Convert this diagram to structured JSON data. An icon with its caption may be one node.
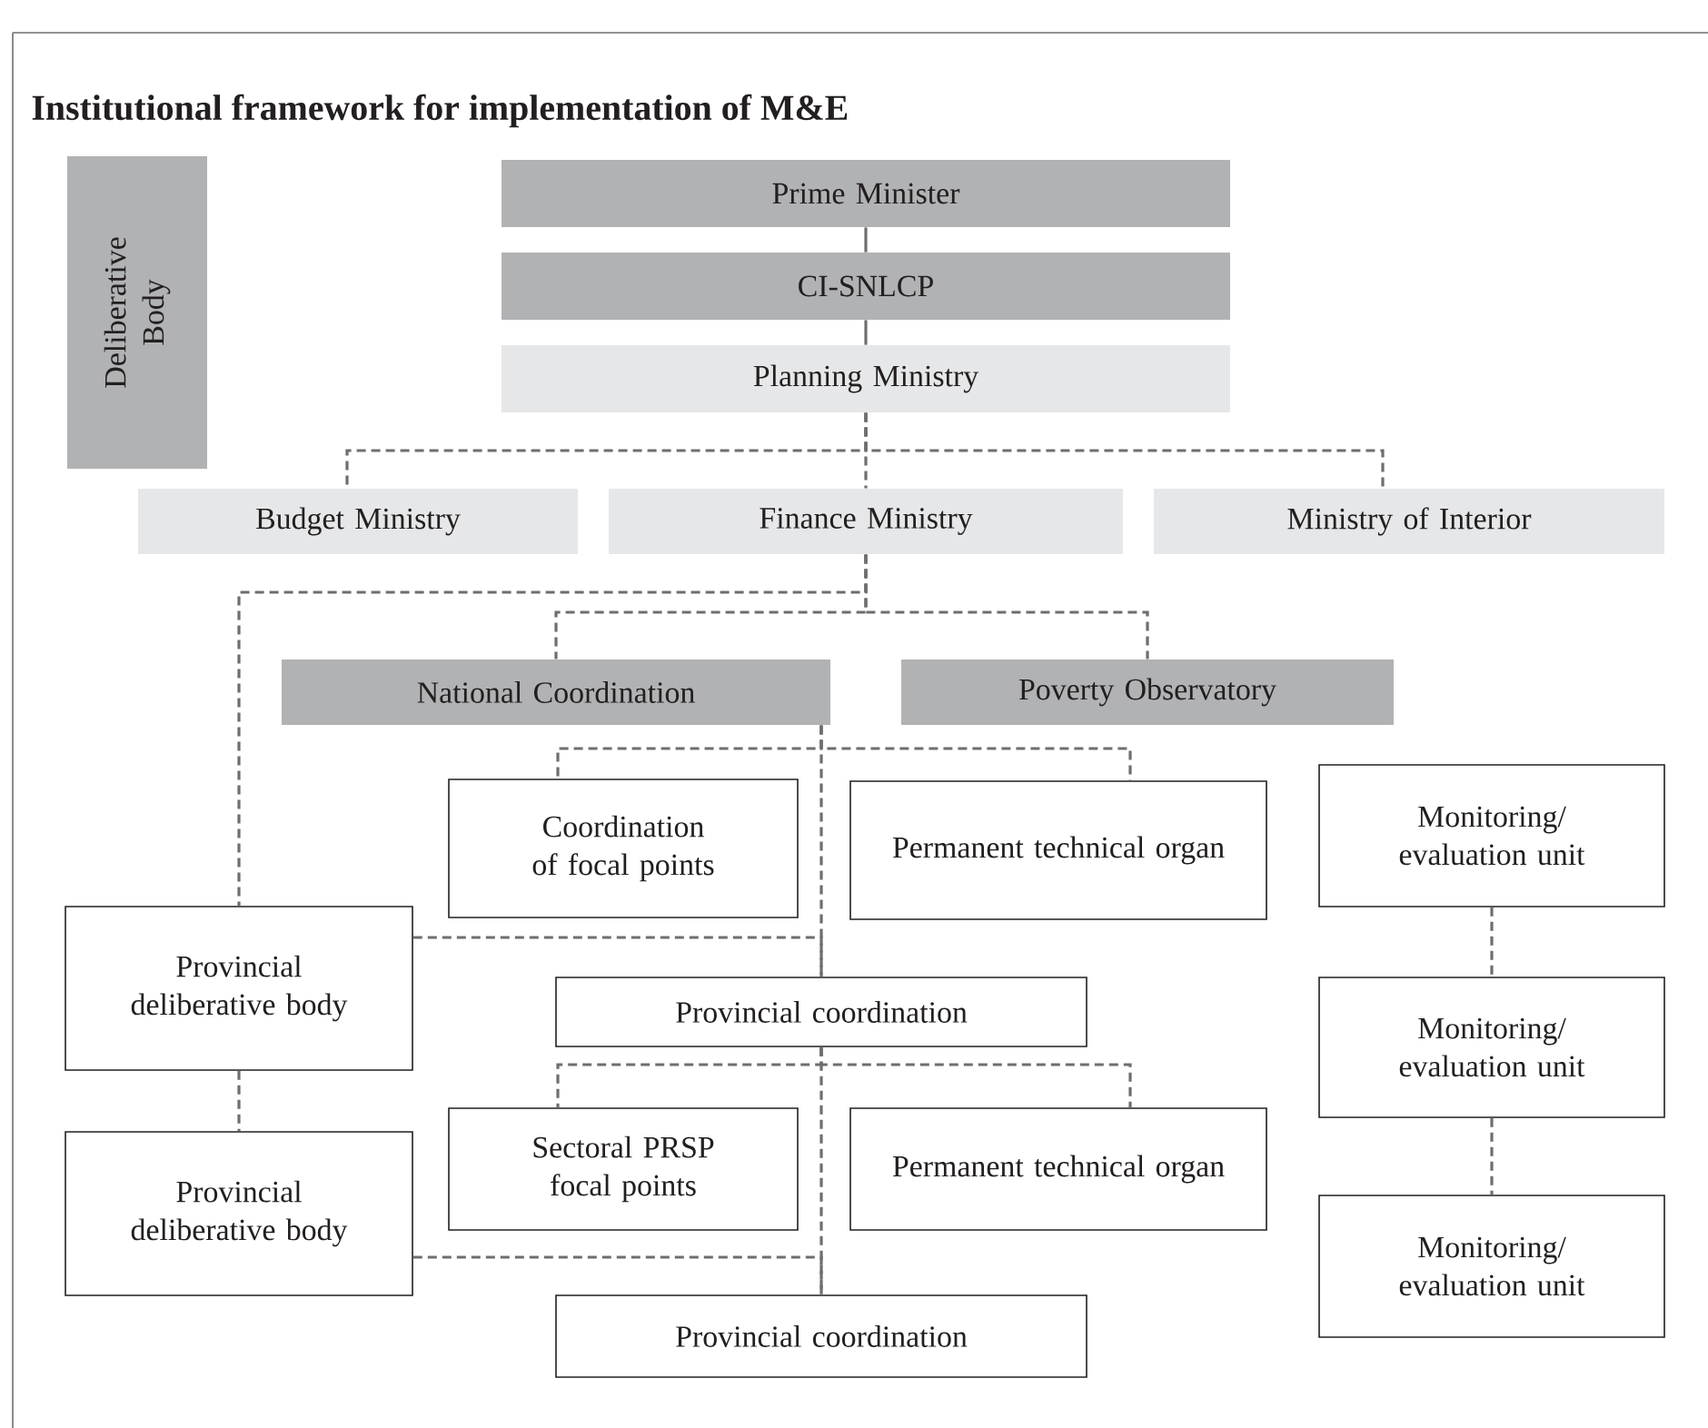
{
  "diagram": {
    "title": "Institutional framework for implementation of M&E",
    "nodes": [
      {
        "text": [
          "Deliberative Body"
        ]
      },
      {
        "text": [
          "Prime Minister"
        ]
      },
      {
        "text": [
          "CI-SNLCP"
        ]
      },
      {
        "text": [
          "Planning Ministry"
        ]
      },
      {
        "text": [
          "Budget Ministry"
        ]
      },
      {
        "text": [
          "Finance Ministry"
        ]
      },
      {
        "text": [
          "Ministry of Interior"
        ]
      },
      {
        "text": [
          "National Coordination"
        ]
      },
      {
        "text": [
          "Poverty Observatory"
        ]
      },
      {
        "text": [
          "Coordination of focal points"
        ]
      },
      {
        "text": [
          "Permanent technical organ"
        ]
      },
      {
        "text": [
          "Monitoring/ evaluation unit"
        ]
      },
      {
        "text": [
          "Provincial deliberative body"
        ]
      },
      {
        "text": [
          "Provincial coordination"
        ]
      },
      {
        "text": [
          "Monitoring/ evaluation unit"
        ]
      },
      {
        "text": [
          "Sectoral PRSP focal points"
        ]
      },
      {
        "text": [
          "Permanent technical organ"
        ]
      },
      {
        "text": [
          "Provincial deliberative body"
        ]
      },
      {
        "text": [
          "Monitoring/ evaluation unit"
        ]
      },
      {
        "text": [
          "Provincial coordination"
        ]
      }
    ],
    "edges": [
      {
        "from": 1,
        "to": 2,
        "arrow": "none"
      },
      {
        "from": 2,
        "to": 3,
        "arrow": "none"
      },
      {
        "from": 3,
        "to": 4,
        "arrow": "none",
        "style": "dashed"
      },
      {
        "from": 3,
        "to": 5,
        "arrow": "none",
        "style": "dashed"
      },
      {
        "from": 3,
        "to": 6,
        "arrow": "none",
        "style": "dashed"
      },
      {
        "from": 5,
        "to": 7,
        "arrow": "none",
        "style": "dashed"
      },
      {
        "from": 5,
        "to": 8,
        "arrow": "none",
        "style": "dashed"
      },
      {
        "from": 5,
        "to": 12,
        "arrow": "none",
        "style": "dashed"
      },
      {
        "from": 7,
        "to": 9,
        "arrow": "none",
        "style": "dashed"
      },
      {
        "from": 7,
        "to": 10,
        "arrow": "none",
        "style": "dashed"
      },
      {
        "from": 7,
        "to": 13,
        "arrow": "none",
        "style": "dashed"
      },
      {
        "from": 12,
        "to": 13,
        "arrow": "none",
        "style": "dashed"
      },
      {
        "from": 13,
        "to": 15,
        "arrow": "none",
        "style": "dashed"
      },
      {
        "from": 13,
        "to": 16,
        "arrow": "none",
        "style": "dashed"
      },
      {
        "from": 13,
        "to": 19,
        "arrow": "none",
        "style": "dashed"
      },
      {
        "from": 17,
        "to": 19,
        "arrow": "none",
        "style": "dashed"
      },
      {
        "from": 12,
        "to": 17,
        "arrow": "none",
        "style": "dashed"
      },
      {
        "from": 11,
        "to": 14,
        "arrow": "none",
        "style": "dashed"
      },
      {
        "from": 14,
        "to": 18,
        "arrow": "none",
        "style": "dashed"
      }
    ]
  }
}
